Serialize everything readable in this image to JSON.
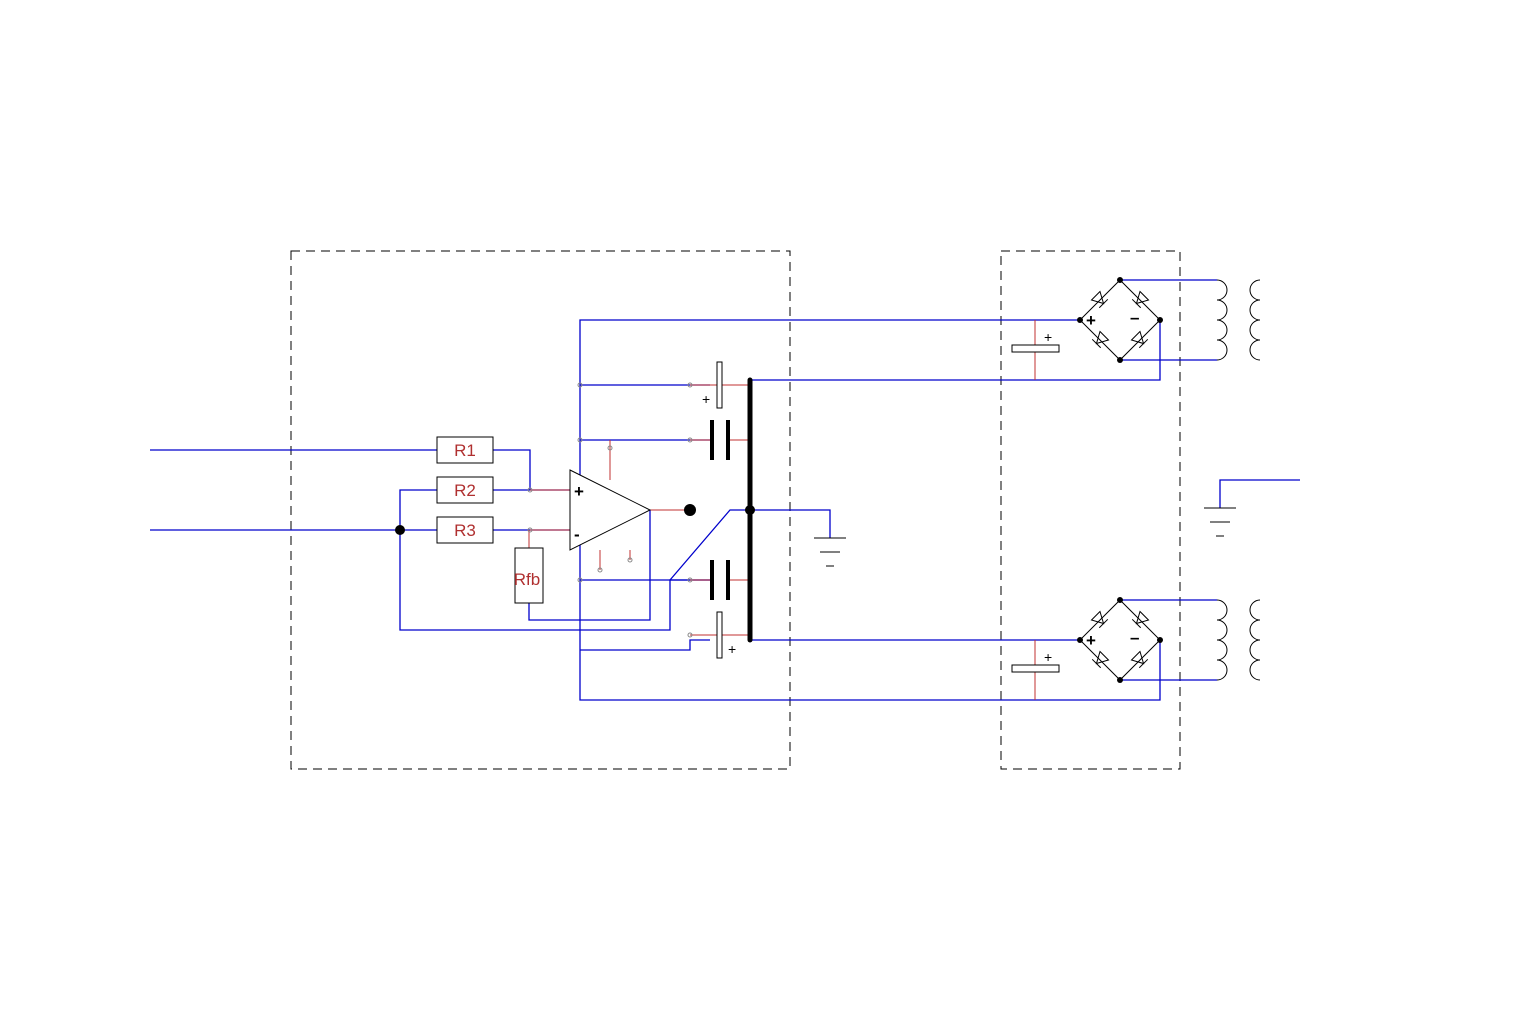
{
  "schematic": {
    "resistors": {
      "r1": "R1",
      "r2": "R2",
      "r3": "R3",
      "rfb": "Rfb"
    },
    "opamp": {
      "plus": "+",
      "minus": "-"
    },
    "capacitor_polarity": "+",
    "rectifier": {
      "plus": "+",
      "minus": "–"
    },
    "colors": {
      "wire": "#0000cc",
      "lead": "#c03030",
      "label": "#b03030",
      "outline": "#000000"
    }
  }
}
